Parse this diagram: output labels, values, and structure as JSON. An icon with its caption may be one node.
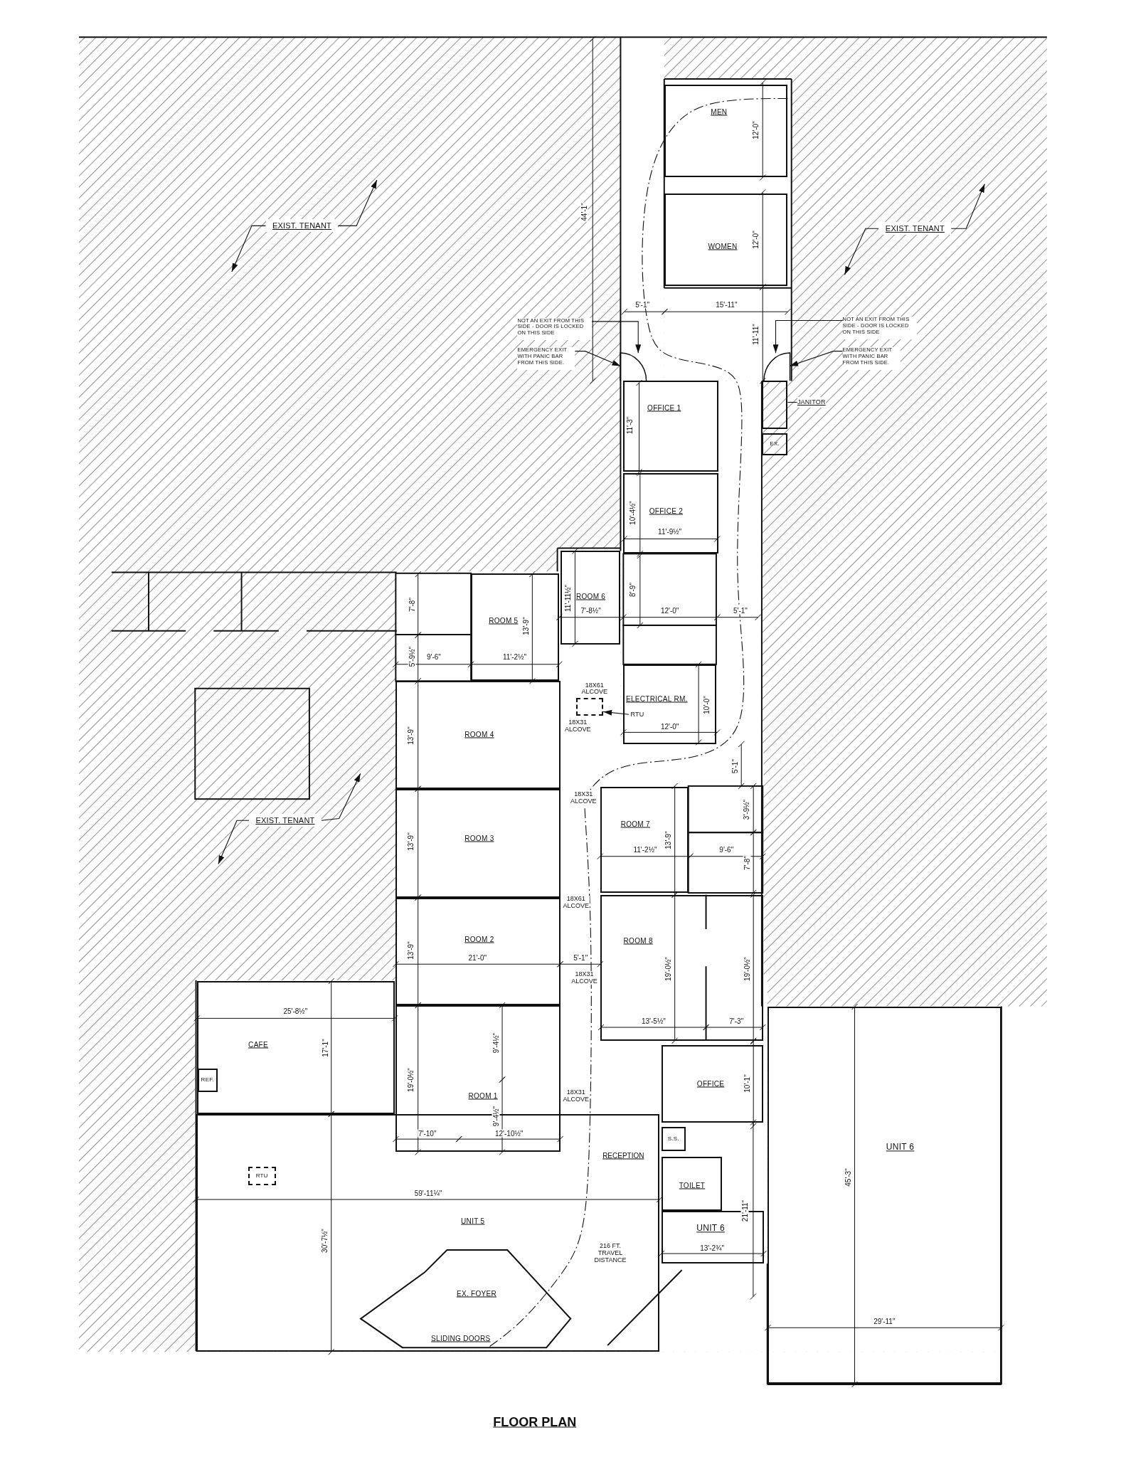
{
  "diagram": {
    "title": "FLOOR PLAN",
    "nodes": [
      {
        "text": [
          "MEN"
        ]
      },
      {
        "text": [
          "WOMEN"
        ]
      },
      {
        "text": [
          "EXIST. TENANT"
        ]
      },
      {
        "text": [
          "EXIST. TENANT"
        ]
      },
      {
        "text": [
          "NOT AN EXIT FROM THIS SIDE - DOOR IS LOCKED ON THIS SIDE"
        ]
      },
      {
        "text": [
          "EMERGENCY EXIT WITH PANIC BAR FROM THIS SIDE."
        ]
      },
      {
        "text": [
          "NOT AN EXIT FROM THIS SIDE - DOOR IS LOCKED ON THIS SIDE"
        ]
      },
      {
        "text": [
          "EMERGENCY EXIT WITH PANIC BAR FROM THIS SIDE."
        ]
      },
      {
        "text": [
          "OFFICE 1"
        ]
      },
      {
        "text": [
          "JANITOR"
        ]
      },
      {
        "text": [],
        "shape": "box"
      },
      {
        "text": [
          "EX."
        ]
      },
      {
        "text": [
          "OFFICE 2"
        ]
      },
      {
        "text": [
          "ROOM 6"
        ]
      },
      {
        "text": [
          "ROOM 5"
        ]
      },
      {
        "text": [
          "ROOM 4"
        ]
      },
      {
        "text": [
          "ELECTRICAL RM."
        ]
      },
      {
        "text": [
          "RTU"
        ],
        "in": 16
      },
      {
        "text": [],
        "shape": "box"
      },
      {
        "text": [
          "ROOM 3"
        ]
      },
      {
        "text": [
          "ROOM 7"
        ]
      },
      {
        "text": [
          "EXIST. TENANT"
        ]
      },
      {
        "text": [
          "ROOM 2"
        ]
      },
      {
        "text": [
          "ROOM 8"
        ]
      },
      {
        "text": [
          "CAFE"
        ]
      },
      {
        "text": [
          "REF."
        ],
        "in": 24
      },
      {
        "text": [
          "ROOM 1"
        ]
      },
      {
        "text": [
          "OFFICE"
        ]
      },
      {
        "text": [
          "S.S."
        ]
      },
      {
        "text": [
          "UNIT 5"
        ]
      },
      {
        "text": [
          "RTU"
        ],
        "in": 29
      },
      {
        "text": [
          "EX. FOYER",
          "SLIDING DOORS"
        ],
        "in": 29
      },
      {
        "text": [
          "TOILET"
        ]
      },
      {
        "text": [
          "UNIT 6"
        ]
      },
      {
        "text": [
          "UNIT 6"
        ]
      },
      {
        "text": [],
        "shape": "door"
      },
      {
        "text": [],
        "shape": "door"
      }
    ],
    "edges": [
      {
        "from": 2,
        "to": null,
        "arrow": "to"
      },
      {
        "from": 2,
        "to": null,
        "arrow": "to"
      },
      {
        "from": 3,
        "to": null,
        "arrow": "to"
      },
      {
        "from": 3,
        "to": null,
        "arrow": "to"
      },
      {
        "from": 4,
        "to": 35,
        "arrow": "to"
      },
      {
        "from": 5,
        "to": 35,
        "arrow": "to"
      },
      {
        "from": 6,
        "to": 36,
        "arrow": "to"
      },
      {
        "from": 7,
        "to": 36,
        "arrow": "to"
      },
      {
        "from": 9,
        "to": 10,
        "arrow": "none"
      },
      {
        "from": 17,
        "to": 18,
        "arrow": "to"
      },
      {
        "from": 21,
        "to": null,
        "arrow": "to"
      },
      {
        "from": 21,
        "to": null,
        "arrow": "to"
      },
      {
        "from": 0,
        "to": 31,
        "arrow": "none",
        "style": "dashed",
        "label": "216 FT. TRAVEL DISTANCE"
      }
    ],
    "labels": [
      "44'-1\"",
      "12'-0\"",
      "12'-0\"",
      "5'-1\"",
      "15'-11\"",
      "11'-11\"",
      "11'-3\"",
      "10'-4½\"",
      "11'-9½\"",
      "8'-9\"",
      "11'-11½\"",
      "7'-8½\"",
      "12'-0\"",
      "5'-1\"",
      "7'-8\"",
      "13'-9\"",
      "5'-9½\"",
      "9'-6\"",
      "11'-2½\"",
      "18X61 ALCOVE",
      "10'-0\"",
      "18X31 ALCOVE",
      "12'-0\"",
      "13'-9\"",
      "5'-1\"",
      "18X31 ALCOVE",
      "13'-9\"",
      "3'-9½\"",
      "11'-2½\"",
      "13'-9\"",
      "9'-6\"",
      "7'-8\"",
      "18X61 ALCOVE",
      "13'-9\"",
      "21'-0\"",
      "5'-1\"",
      "18X31 ALCOVE",
      "19'-0½\"",
      "19'-0½\"",
      "25'-8½\"",
      "13'-5½\"",
      "7'-3\"",
      "17'-1\"",
      "9'-4½\"",
      "10'-1\"",
      "19'-0½\"",
      "18X31 ALCOVE",
      "9'-4½\"",
      "7'-10\"",
      "12'-10½\"",
      "RECEPTION",
      "59'-11¼\"",
      "21'-11\"",
      "30'-7½\"",
      "13'-2¾\"",
      "45'-3\"",
      "29'-11\""
    ]
  }
}
